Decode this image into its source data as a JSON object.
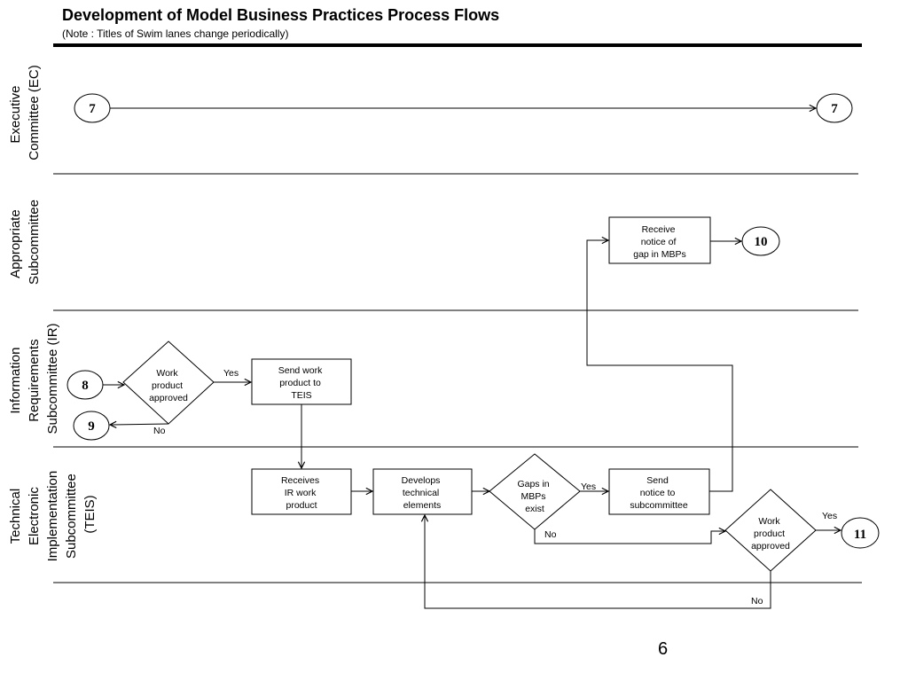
{
  "header": {
    "title": "Development of Model Business Practices Process Flows",
    "subtitle": "(Note : Titles of Swim lanes change periodically)"
  },
  "page_number": "6",
  "lanes": {
    "ec": [
      "Executive",
      "Committee (EC)"
    ],
    "appropriate": [
      "Appropriate",
      "Subcommittee"
    ],
    "ir": [
      "Information",
      "Requirements",
      "Subcommittee (IR)"
    ],
    "teis": [
      "Technical",
      "Electronic",
      "Implementation",
      "Subcommittee",
      "(TEIS)"
    ]
  },
  "connectors": {
    "ec_start": "7",
    "ec_end": "7",
    "gap_notice_out": "10",
    "ir_start": "8",
    "ir_rejected": "9",
    "teis_approved": "11"
  },
  "nodes": {
    "receive_notice": [
      "Receive",
      "notice of",
      "gap in MBPs"
    ],
    "ir_decision": [
      "Work",
      "product",
      "approved"
    ],
    "send_to_teis": [
      "Send work",
      "product to",
      "TEIS"
    ],
    "receives_ir": [
      "Receives",
      "IR work",
      "product"
    ],
    "develops": [
      "Develops",
      "technical",
      "elements"
    ],
    "gaps_decision": [
      "Gaps in",
      "MBPs",
      "exist"
    ],
    "send_notice": [
      "Send",
      "notice to",
      "subcommittee"
    ],
    "teis_decision": [
      "Work",
      "product",
      "approved"
    ]
  },
  "edge_labels": {
    "ir_yes": "Yes",
    "ir_no": "No",
    "gaps_yes": "Yes",
    "gaps_no": "No",
    "teis_yes": "Yes",
    "teis_no": "No"
  }
}
